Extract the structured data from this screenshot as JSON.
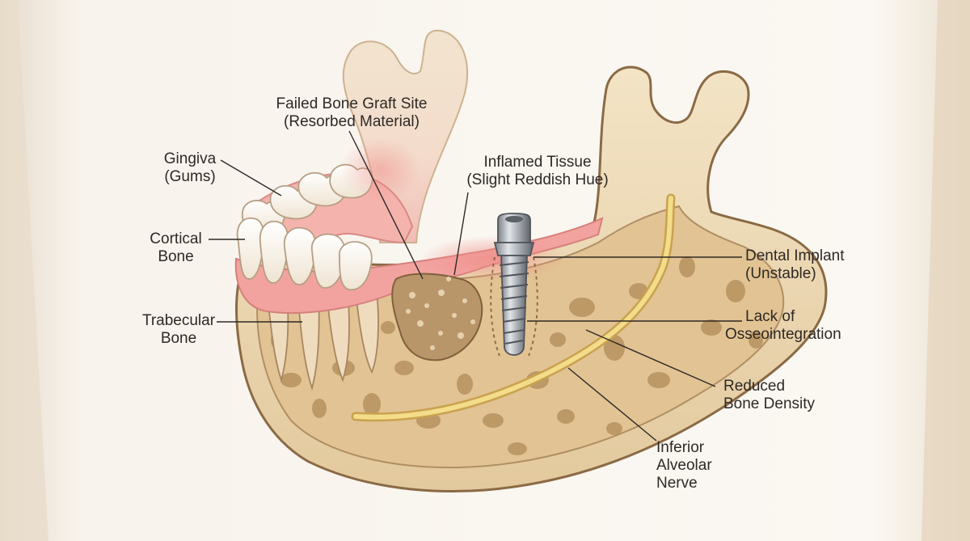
{
  "labels": {
    "failed_graft": {
      "line1": "Failed Bone Graft Site",
      "line2": "(Resorbed Material)"
    },
    "gingiva": {
      "line1": "Gingiva",
      "line2": "(Gums)"
    },
    "inflamed": {
      "line1": "Inflamed Tissue",
      "line2": "(Slight Reddish Hue)"
    },
    "cortical": {
      "line1": "Cortical",
      "line2": "Bone"
    },
    "implant": {
      "line1": "Dental Implant",
      "line2": "(Unstable)"
    },
    "trabecular": {
      "line1": "Trabecular",
      "line2": "Bone"
    },
    "osseo": {
      "line1": "Lack of",
      "line2": "Osseointegration"
    },
    "density": {
      "line1": "Reduced",
      "line2": "Bone Density"
    },
    "nerve": {
      "line1": "Inferior",
      "line2": "Alveolar",
      "line3": "Nerve"
    }
  },
  "colors": {
    "page": "#fbf7f1",
    "bone": "#ecd9b6",
    "bone_outline": "#8a6a45",
    "gum": "#f2a3a0",
    "marrow": "#b79565",
    "nerve": "#f0d27a",
    "implant": "#a9adb2",
    "leader": "#2e2925"
  }
}
